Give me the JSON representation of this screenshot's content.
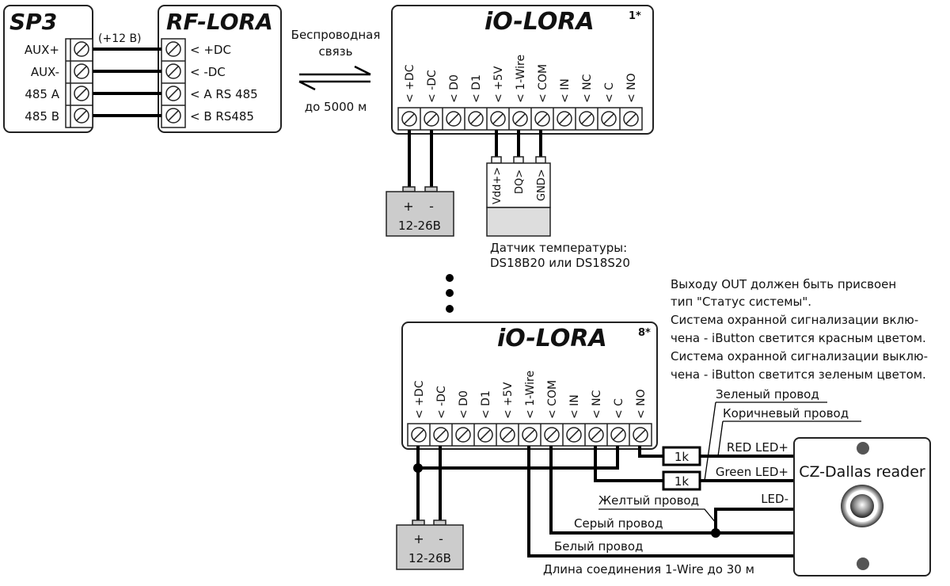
{
  "sp3": {
    "title": "SP3",
    "pins": [
      "AUX+",
      "AUX-",
      "485 A",
      "485 B"
    ],
    "wire_note": "(+12 B)"
  },
  "rf_lora": {
    "title": "RF-LORA",
    "pins": [
      "< +DC",
      "< -DC",
      "< A RS 485",
      "< B RS485"
    ]
  },
  "wireless": {
    "line1": "Беспроводная",
    "line2": "связь",
    "range": "до 5000 м"
  },
  "io_lora_1": {
    "title": "iO-LORA",
    "index": "1*",
    "pins": [
      "< +DC",
      "< -DC",
      "< D0",
      "< D1",
      "< +5V",
      "< 1-Wire",
      "< COM",
      "< IN",
      "< NC",
      "< C",
      "< NO"
    ]
  },
  "io_lora_8": {
    "title": "iO-LORA",
    "index": "8*",
    "pins": [
      "< +DC",
      "< -DC",
      "< D0",
      "< D1",
      "< +5V",
      "< 1-Wire",
      "< COM",
      "< IN",
      "< NC",
      "< C",
      "< NO"
    ]
  },
  "power_supply_1": {
    "plus": "+",
    "minus": "-",
    "voltage": "12-26В"
  },
  "power_supply_2": {
    "plus": "+",
    "minus": "-",
    "voltage": "12-26В"
  },
  "temp_sensor": {
    "pins": [
      "Vdd+>",
      "DQ>",
      "GND>"
    ],
    "caption_line1": "Датчик температуры:",
    "caption_line2": "DS18B20 или DS18S20"
  },
  "note": {
    "lines": [
      "Выходу OUT должен быть присвоен",
      "тип \"Статус системы\".",
      "Система охранной сигнализации вклю-",
      "чена - iButton светится красным цветом.",
      "Система охранной сигнализации выклю-",
      "чена - iButton светится зеленым цветом."
    ]
  },
  "wires": {
    "green": "Зеленый провод",
    "brown": "Коричневый провод",
    "yellow": "Желтый провод",
    "grey": "Серый провод",
    "white": "Белый провод",
    "length_note": "Длина соединения 1-Wire до 30 м"
  },
  "resistors": [
    "1k",
    "1k"
  ],
  "reader": {
    "title": "CZ-Dallas reader",
    "pins": [
      "RED LED+",
      "Green LED+",
      "LED-"
    ]
  }
}
